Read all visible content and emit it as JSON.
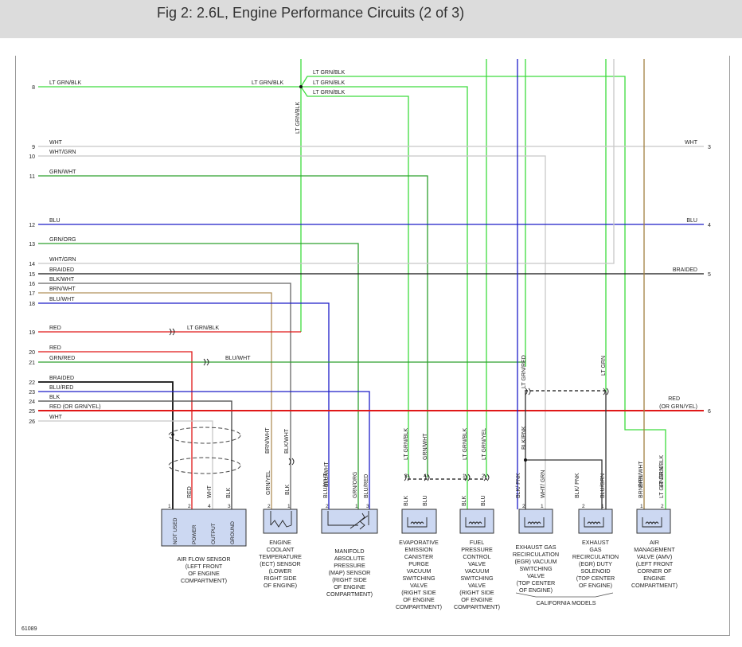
{
  "header": {
    "title": "Fig 2: 2.6L, Engine Performance Circuits (2 of 3)"
  },
  "colors": {
    "lt_grn": "#3ddc3d",
    "red": "#e01818",
    "blu": "#1c1cc8",
    "blk": "#111111",
    "wht": "#c8c8c8",
    "grn": "#2ea02e",
    "brn": "#a08040",
    "tan": "#b0905a"
  },
  "left_pins": [
    "8",
    "9",
    "10",
    "11",
    "12",
    "13",
    "14",
    "15",
    "16",
    "17",
    "18",
    "19",
    "20",
    "21",
    "22",
    "23",
    "24",
    "25",
    "26"
  ],
  "right_pins": [
    "3",
    "4",
    "5",
    "6"
  ],
  "wire_labels": {
    "w8": "LT GRN/BLK",
    "w8b": "LT GRN/BLK",
    "w9": "WHT",
    "w10": "WHT/GRN",
    "w11": "GRN/WHT",
    "w12": "BLU",
    "w13": "GRN/ORG",
    "w14": "WHT/GRN",
    "w15": "BRAIDED",
    "w16": "BLK/WHT",
    "w17": "BRN/WHT",
    "w18": "BLU/WHT",
    "w19": "RED",
    "w19b": "LT GRN/BLK",
    "w20": "RED",
    "w21": "GRN/RED",
    "w21b": "BLU/WHT",
    "w22": "BRAIDED",
    "w23": "BLU/RED",
    "w24": "BLK",
    "w25": "RED (OR GRN/YEL)",
    "w26": "WHT",
    "r3": "WHT",
    "r4": "BLU",
    "r5": "BRAIDED",
    "r6a": "RED",
    "r6b": "(OR GRN/YEL)",
    "t1": "LT GRN/BLK",
    "t2": "LT GRN/BLK",
    "t3": "LT GRN/BLK",
    "tv": "LT GRN/BLK",
    "v_ltgrnred": "LT GRN/RED",
    "v_ltgrn": "LT GRN",
    "v_blkpnk": "BLK/PNK",
    "v_brnwht": "BRN/WHT",
    "v_blkwht": "BLK/WHT",
    "v_bluwht": "BLU/WHT",
    "v_ltgrnblk1": "LT GRN/BLK",
    "v_grnwht": "GRN/WHT",
    "v_ltgrnblk2": "LT GRN/BLK",
    "v_ltgrnyel": "LT GRN/YEL",
    "v_brnwht2": "BRN/WHT",
    "v_ltgrnblk3": "LT GRN/BLK"
  },
  "pin_labels": {
    "afs": [
      "RED",
      "WHT",
      "BLK"
    ],
    "ect": [
      "GRN/YEL",
      "BLK"
    ],
    "map": [
      "BLU/WHT",
      "GRN/ORG",
      "BLU/RED"
    ],
    "evap": [
      "BLK",
      "BLU"
    ],
    "fpc": [
      "BLK",
      "BLU"
    ],
    "egrv": [
      "BLK/ PNK",
      "WHT/ GRN"
    ],
    "egrd": [
      "BLK/ PNK",
      "BLU/GRN"
    ],
    "amv": [
      "BRN/YEL",
      "LT GRN/BLK"
    ]
  },
  "afs_pins": [
    "NOT USED",
    "POWER",
    "OUTPUT",
    "GROUND"
  ],
  "components": {
    "afs": [
      "AIR FLOW SENSOR",
      "(LEFT FRONT",
      "OF ENGINE",
      "COMPARTMENT)"
    ],
    "ect": [
      "ENGINE",
      "COOLANT",
      "TEMPERATURE",
      "(ECT) SENSOR",
      "(LOWER",
      "RIGHT SIDE",
      "OF ENGINE)"
    ],
    "map": [
      "MANIFOLD",
      "ABSOLUTE",
      "PRESSURE",
      "(MAP) SENSOR",
      "(RIGHT SIDE",
      "OF ENGINE",
      "COMPARTMENT)"
    ],
    "evap": [
      "EVAPORATIVE",
      "EMISSION",
      "CANISTER",
      "PURGE",
      "VACUUM",
      "SWITCHING",
      "VALVE",
      "(RIGHT SIDE",
      "OF ENGINE",
      "COMPARTMENT)"
    ],
    "fpc": [
      "FUEL",
      "PRESSURE",
      "CONTROL",
      "VALVE",
      "VACUUM",
      "SWITCHING",
      "VALVE",
      "(RIGHT SIDE",
      "OF ENGINE",
      "COMPARTMENT)"
    ],
    "egrv": [
      "EXHAUST GAS",
      "RECIRCULATION",
      "(EGR) VACUUM",
      "SWITCHING",
      "VALVE",
      "(TOP CENTER",
      "OF ENGINE)"
    ],
    "egrd": [
      "EXHAUST",
      "GAS",
      "RECIRCULATION",
      "(EGR) DUTY",
      "SOLENOID",
      "(TOP CENTER",
      "OF ENGINE)"
    ],
    "amv": [
      "AIR",
      "MANAGEMENT",
      "VALVE (AMV)",
      "(LEFT FRONT",
      "CORNER OF",
      "ENGINE",
      "COMPARTMENT)"
    ]
  },
  "california": "CALIFORNIA MODELS",
  "figure_id": "61089"
}
